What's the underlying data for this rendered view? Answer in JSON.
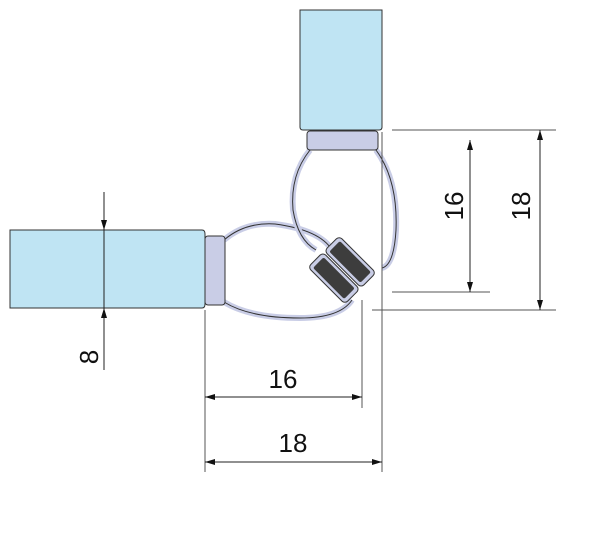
{
  "dimensions": {
    "glass_thickness": "8",
    "horizontal_inner": "16",
    "horizontal_outer": "18",
    "vertical_inner": "16",
    "vertical_outer": "18"
  },
  "colors": {
    "glass": "#bfe4f3",
    "seal": "#c9cde6",
    "magnet": "#3d3d3d",
    "line": "#222222"
  }
}
